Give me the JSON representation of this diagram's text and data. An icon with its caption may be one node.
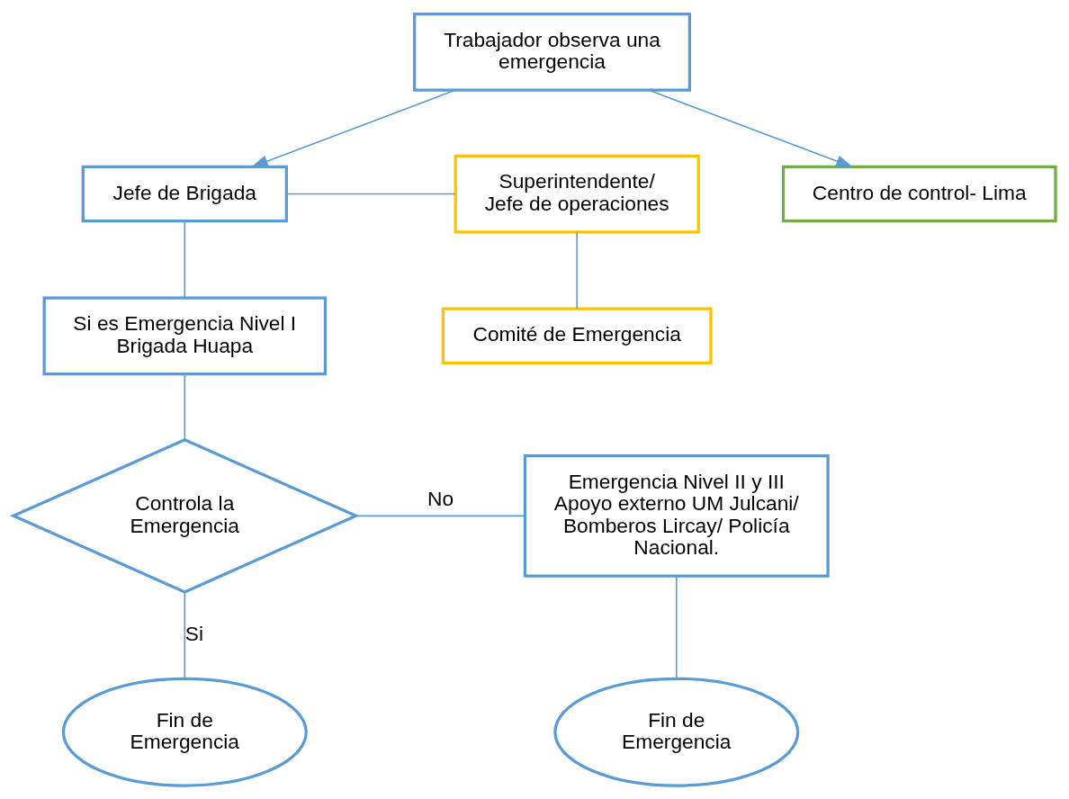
{
  "diagram": {
    "nodes": [
      {
        "text": [
          "Trabajador observa una emergencia"
        ]
      },
      {
        "text": [
          "Superintendente/ Jefe de operaciones"
        ]
      },
      {
        "text": [
          "Jefe de Brigada"
        ]
      },
      {
        "text": [
          "Centro de control- Lima"
        ]
      },
      {
        "text": [
          "Comité de Emergencia"
        ]
      },
      {
        "text": [
          "Si es Emergencia Nivel I Brigada Huapa"
        ]
      },
      {
        "text": [
          "Controla la Emergencia"
        ]
      },
      {
        "text": [
          "Emergencia Nivel II y III Apoyo externo UM Julcani/ Bomberos Lircay/ Policía Nacional."
        ]
      },
      {
        "text": [
          "Fin de Emergencia"
        ]
      },
      {
        "text": [
          "Fin de Emergencia"
        ]
      }
    ],
    "edges": [
      {
        "from": 0,
        "to": 2,
        "arrow": "to"
      },
      {
        "from": 0,
        "to": 3,
        "arrow": "to"
      },
      {
        "from": 1,
        "to": 2,
        "arrow": "none"
      },
      {
        "from": 1,
        "to": 4,
        "arrow": "none"
      },
      {
        "from": 2,
        "to": 5,
        "arrow": "none"
      },
      {
        "from": 5,
        "to": 6,
        "arrow": "none"
      },
      {
        "from": 6,
        "to": 7,
        "arrow": "none",
        "label": "No"
      },
      {
        "from": 6,
        "to": 8,
        "arrow": "none",
        "label": "Si"
      },
      {
        "from": 7,
        "to": 9,
        "arrow": "none"
      }
    ]
  }
}
